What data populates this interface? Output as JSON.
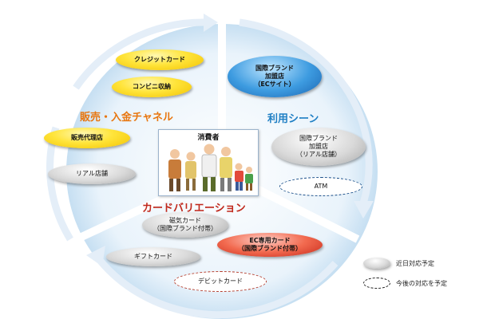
{
  "diagram": {
    "sections": {
      "sales_channel": "販売・入金チャネル",
      "usage_scene": "利用シーン",
      "card_variation": "カードバリエーション"
    },
    "center": {
      "label": "消費者"
    },
    "sales_items": {
      "credit_card": "クレジットカード",
      "convenience_store": "コンビニ収納",
      "sales_agent": "販売代理店",
      "real_store": "リアル店舗"
    },
    "usage_items": {
      "ec_site": [
        "国際ブランド",
        "加盟店",
        "（ECサイト）"
      ],
      "real_store": [
        "国際ブランド",
        "加盟店",
        "（リアル店舗）"
      ],
      "atm": "ATM"
    },
    "card_items": {
      "magnetic": [
        "磁気カード",
        "（国際ブランド付帯）"
      ],
      "ec_only": [
        "EC専用カード",
        "（国際ブランド付帯）"
      ],
      "gift": "ギフトカード",
      "debit": "デビットカード"
    },
    "legend": {
      "near_term": "近日対応予定",
      "future": "今後の対応を予定"
    },
    "colors": {
      "section_orange": "#e8760f",
      "section_blue": "#1f7fc4",
      "section_red": "#c0281c",
      "ring": "#9ec3e6"
    }
  }
}
